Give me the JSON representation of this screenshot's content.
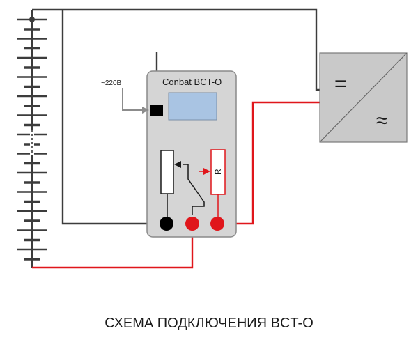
{
  "diagram": {
    "title": "СХЕМА ПОДКЛЮЧЕНИЯ BCT-O",
    "device_name": "Conbat BCT-O",
    "power_label": "~220В",
    "resistor_label": "R",
    "inverter": {
      "dc_symbol": "=",
      "ac_symbol": "≈"
    },
    "battery_cells": 13,
    "colors": {
      "wire_black": "#3c3c3c",
      "wire_red": "#e0161b",
      "device_body": "#d5d5d5",
      "device_border": "#8a8a8a",
      "screen": "#a9c4e3",
      "inverter_fill": "#c9c9c9",
      "power_arrow": "#8c8c8c"
    }
  }
}
